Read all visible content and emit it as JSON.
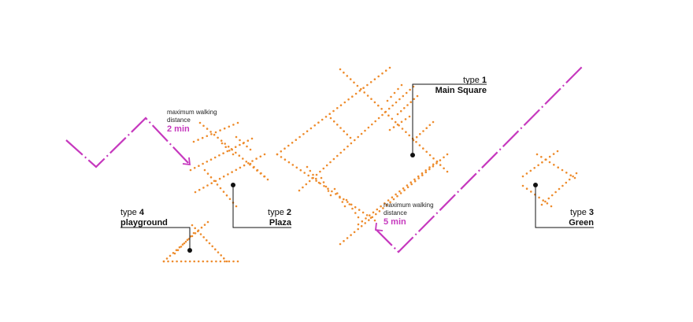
{
  "colors": {
    "dots": "#ee8c2d",
    "walk_path": "#c639be",
    "walk_text": "#c639be",
    "leader": "#111111"
  },
  "labels": {
    "type1": {
      "prefix": "type",
      "num": "1",
      "name": "Main Square"
    },
    "type2": {
      "prefix": "type",
      "num": "2",
      "name": "Plaza"
    },
    "type3": {
      "prefix": "type",
      "num": "3",
      "name": "Green"
    },
    "type4": {
      "prefix": "type",
      "num": "4",
      "name": "playground"
    }
  },
  "walking": {
    "short": {
      "line1": "maximum walking",
      "line2": "distance",
      "time": "2 min"
    },
    "long": {
      "line1": "maximum walking",
      "line2": "distance",
      "time": "5 min"
    }
  }
}
